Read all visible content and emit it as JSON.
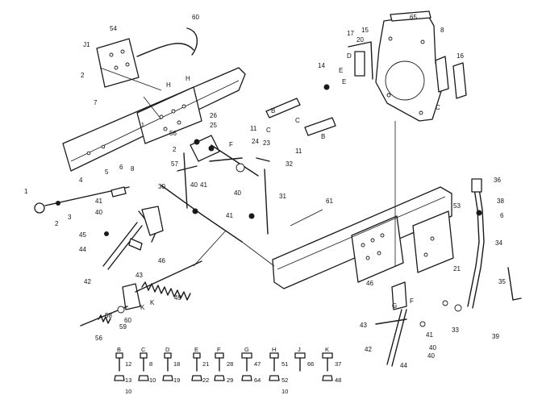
{
  "labels": {
    "l1": "1",
    "l2": "2",
    "l2b": "2",
    "l2c": "2",
    "l3": "3",
    "l4": "4",
    "l5": "5",
    "l6": "6",
    "l7": "7",
    "l8": "8",
    "l11": "11",
    "l11b": "11",
    "l14": "14",
    "l15": "15",
    "l16": "16",
    "l17": "17",
    "l20": "20",
    "l21": "21",
    "l23": "23",
    "l24": "24",
    "l25": "25",
    "l26": "26",
    "l30": "30",
    "l31": "31",
    "l32": "32",
    "l33": "33",
    "l34": "34",
    "l35": "35",
    "l36": "36",
    "l38": "38",
    "l39": "39",
    "l40a": "40",
    "l40b": "40",
    "l40c": "40",
    "l40d": "40",
    "l40e": "40",
    "l41a": "41",
    "l41b": "41",
    "l41c": "41",
    "l41d": "41",
    "l42a": "42",
    "l42b": "42",
    "l43a": "43",
    "l43b": "43",
    "l44a": "44",
    "l44b": "44",
    "l45": "45",
    "l46a": "46",
    "l46b": "46",
    "l49": "49",
    "l53": "53",
    "l54": "54",
    "l56a": "56",
    "l56b": "56",
    "l57": "57",
    "l58": "58",
    "l59": "59",
    "l60a": "60",
    "l60b": "60",
    "l61": "61",
    "l65": "65",
    "l6b": "6",
    "lJ1": "J1",
    "lH1": "H",
    "lH2": "H",
    "lB1": "B",
    "lC1": "C",
    "lC2": "C",
    "lC3": "C",
    "lD1": "D",
    "lE1": "E",
    "lE2": "E",
    "lF1": "F",
    "lF2": "F",
    "lG1": "G",
    "lK1": "K",
    "lK2": "K",
    "lJ2": "J",
    "lB2": "B",
    "lBr": "8"
  },
  "legend": [
    {
      "letter": "B",
      "bolt": "12",
      "nut": "13",
      "nut2": "10"
    },
    {
      "letter": "C",
      "bolt": "8",
      "nut": "10",
      "nut2": ""
    },
    {
      "letter": "D",
      "bolt": "18",
      "nut": "19",
      "nut2": ""
    },
    {
      "letter": "E",
      "bolt": "21",
      "nut": "22",
      "nut2": ""
    },
    {
      "letter": "F",
      "bolt": "28",
      "nut": "29",
      "nut2": ""
    },
    {
      "letter": "G",
      "bolt": "47",
      "nut": "64",
      "nut2": ""
    },
    {
      "letter": "H",
      "bolt": "51",
      "nut": "52",
      "nut2": "10"
    },
    {
      "letter": "J",
      "bolt": "66",
      "nut": "",
      "nut2": ""
    },
    {
      "letter": "K",
      "bolt": "37",
      "nut": "48",
      "nut2": ""
    }
  ]
}
